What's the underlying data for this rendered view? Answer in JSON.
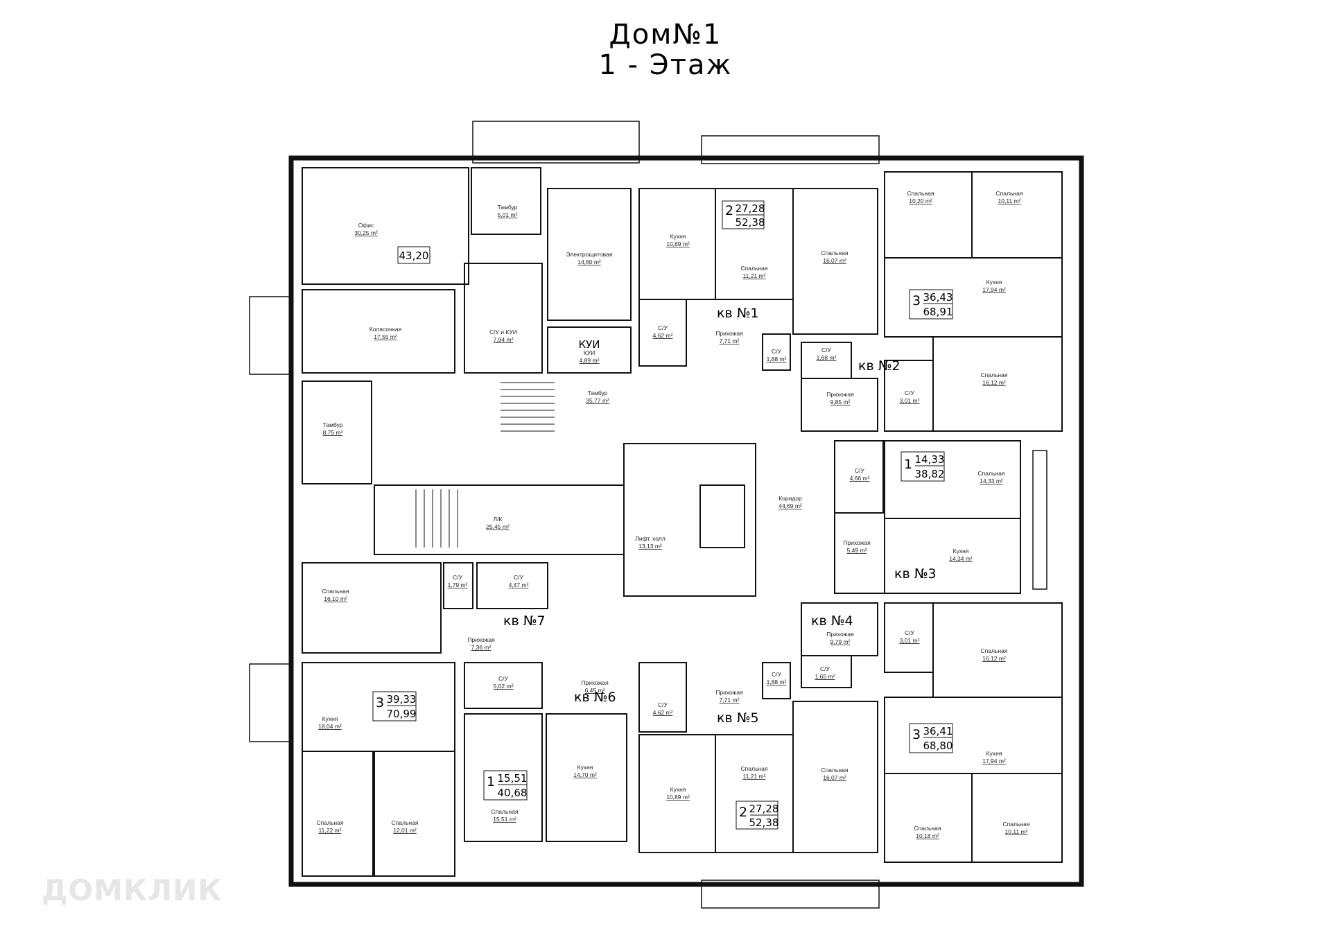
{
  "title": {
    "line1": "Дом№1",
    "line2": "1 - Этаж"
  },
  "watermark": "ДОМКЛИК",
  "apartments": [
    {
      "label": "кв №1",
      "rooms": "2",
      "living": "27,28",
      "total": "52,38"
    },
    {
      "label": "кв №2",
      "rooms": "3",
      "living": "36,43",
      "total": "68,91"
    },
    {
      "label": "кв №3",
      "rooms": "1",
      "living": "14,33",
      "total": "38,82"
    },
    {
      "label": "кв №4",
      "rooms": "3",
      "living": "36,41",
      "total": "68,80"
    },
    {
      "label": "кв №5",
      "rooms": "2",
      "living": "27,28",
      "total": "52,38"
    },
    {
      "label": "кв №6",
      "rooms": "1",
      "living": "15,51",
      "total": "40,68"
    },
    {
      "label": "кв №7",
      "rooms": "3",
      "living": "39,33",
      "total": "70,99"
    }
  ],
  "office_total": "43,20",
  "kui_label": "КУИ",
  "rooms": [
    {
      "name": "Офис",
      "area": "30,25 m²"
    },
    {
      "name": "Тамбур",
      "area": "5,01 m²"
    },
    {
      "name": "Электрощитовая",
      "area": "14,60 m²"
    },
    {
      "name": "Колясочная",
      "area": "17,55 m²"
    },
    {
      "name": "С/У и КУИ",
      "area": "7,94 m²"
    },
    {
      "name": "КУИ",
      "area": "4,89 m²"
    },
    {
      "name": "Тамбур",
      "area": "35,77 m²"
    },
    {
      "name": "Тамбур",
      "area": "8,75 m²"
    },
    {
      "name": "Л/К",
      "area": "25,45 m²"
    },
    {
      "name": "Лифт. холл",
      "area": "13,13 m²"
    },
    {
      "name": "Коридор",
      "area": "44,69 m²"
    },
    {
      "name": "Кухня",
      "area": "10,89 m²"
    },
    {
      "name": "Спальная",
      "area": "11,21 m²"
    },
    {
      "name": "Спальная",
      "area": "16,07 m²"
    },
    {
      "name": "С/У",
      "area": "4,62 m²"
    },
    {
      "name": "Прихожая",
      "area": "7,71 m²"
    },
    {
      "name": "С/У",
      "area": "1,88 m²"
    },
    {
      "name": "Спальная",
      "area": "10,20 m²"
    },
    {
      "name": "Спальная",
      "area": "10,11 m²"
    },
    {
      "name": "Кухня",
      "area": "17,94 m²"
    },
    {
      "name": "С/У",
      "area": "1,68 m²"
    },
    {
      "name": "Прихожая",
      "area": "9,85 m²"
    },
    {
      "name": "С/У",
      "area": "3,01 m²"
    },
    {
      "name": "Спальная",
      "area": "16,12 m²"
    },
    {
      "name": "С/У",
      "area": "4,66 m²"
    },
    {
      "name": "Спальная",
      "area": "14,33 m²"
    },
    {
      "name": "Прихожая",
      "area": "5,49 m²"
    },
    {
      "name": "Кухня",
      "area": "14,34 m²"
    },
    {
      "name": "Прихожая",
      "area": "9,79 m²"
    },
    {
      "name": "С/У",
      "area": "3,01 m²"
    },
    {
      "name": "Спальная",
      "area": "16,12 m²"
    },
    {
      "name": "С/У",
      "area": "1,65 m²"
    },
    {
      "name": "Кухня",
      "area": "17,94 m²"
    },
    {
      "name": "Спальная",
      "area": "10,18 m²"
    },
    {
      "name": "Спальная",
      "area": "10,11 m²"
    },
    {
      "name": "Спальная",
      "area": "16,10 m²"
    },
    {
      "name": "С/У",
      "area": "1,79 m²"
    },
    {
      "name": "С/У",
      "area": "4,47 m²"
    },
    {
      "name": "Прихожая",
      "area": "7,36 m²"
    },
    {
      "name": "Кухня",
      "area": "18,04 m²"
    },
    {
      "name": "Спальная",
      "area": "11,22 m²"
    },
    {
      "name": "Спальная",
      "area": "12,01 m²"
    },
    {
      "name": "С/У",
      "area": "5,02 m²"
    },
    {
      "name": "Прихожая",
      "area": "6,45 m²"
    },
    {
      "name": "Спальная",
      "area": "15,51 m²"
    },
    {
      "name": "Кухня",
      "area": "14,70 m²"
    },
    {
      "name": "С/У",
      "area": "4,62 m²"
    },
    {
      "name": "Прихожая",
      "area": "7,71 m²"
    },
    {
      "name": "С/У",
      "area": "1,88 m²"
    },
    {
      "name": "Кухня",
      "area": "10,89 m²"
    },
    {
      "name": "Спальная",
      "area": "11,21 m²"
    },
    {
      "name": "Спальная",
      "area": "16,07 m²"
    }
  ]
}
